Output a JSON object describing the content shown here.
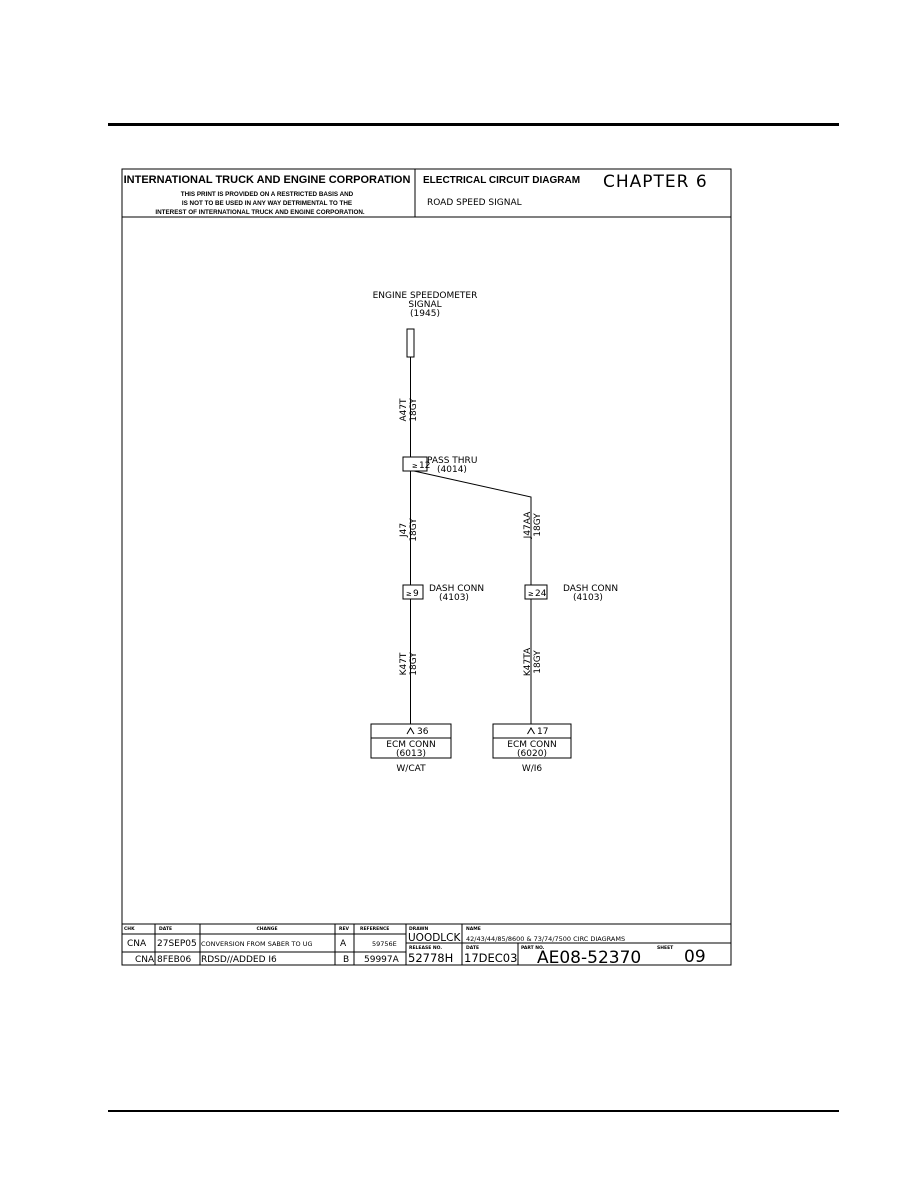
{
  "header": {
    "company": "INTERNATIONAL TRUCK AND ENGINE CORPORATION",
    "notice_lines": [
      "THIS PRINT IS PROVIDED ON A RESTRICTED BASIS AND",
      "IS NOT TO BE USED IN ANY WAY DETRIMENTAL TO THE",
      "INTEREST OF INTERNATIONAL TRUCK AND ENGINE CORPORATION."
    ],
    "diagram_type": "ELECTRICAL CIRCUIT DIAGRAM",
    "chapter": "CHAPTER 6",
    "subject": "ROAD SPEED SIGNAL"
  },
  "diagram": {
    "source": {
      "name": "ENGINE SPEEDOMETER",
      "name2": "SIGNAL",
      "id": "(1945)"
    },
    "wire_a47t": {
      "circuit": "A47T",
      "gauge": "18GY"
    },
    "pass_thru": {
      "pin": "12",
      "name": "PASS THRU",
      "id": "(4014)"
    },
    "wire_j47": {
      "circuit": "J47",
      "gauge": "18GY"
    },
    "wire_j47aa": {
      "circuit": "J47AA",
      "gauge": "18GY"
    },
    "dash_left": {
      "pin": "9",
      "name": "DASH CONN",
      "id": "(4103)"
    },
    "dash_right": {
      "pin": "24",
      "name": "DASH CONN",
      "id": "(4103)"
    },
    "wire_k47t": {
      "circuit": "K47T",
      "gauge": "18GY"
    },
    "wire_k47ta": {
      "circuit": "K47TA",
      "gauge": "18GY"
    },
    "ecm_left": {
      "pin": "36",
      "name": "ECM CONN",
      "id": "(6013)",
      "note": "W/CAT"
    },
    "ecm_right": {
      "pin": "17",
      "name": "ECM CONN",
      "id": "(6020)",
      "note": "W/I6"
    }
  },
  "title_block": {
    "headers": {
      "chk": "CHK",
      "date": "DATE",
      "change": "CHANGE",
      "rev": "REV",
      "reference": "REFERENCE",
      "drawn": "DRAWN",
      "name": "NAME",
      "release": "RELEASE NO.",
      "date2": "DATE",
      "part": "PART NO.",
      "sheet": "SHEET"
    },
    "rows": [
      {
        "chk": "CNA",
        "date": "27SEP05",
        "change": "CONVERSION FROM SABER TO UG",
        "rev": "A",
        "reference": "59756E"
      },
      {
        "chk": "CNA",
        "date": "8FEB06",
        "change": "RDSD//ADDED I6",
        "rev": "B",
        "reference": "59997A"
      }
    ],
    "drawn": "UOODLCK",
    "name": "42/43/44/85/8600 & 73/74/7500 CIRC DIAGRAMS",
    "release": "52778H",
    "date": "17DEC03",
    "part_no": "AE08-52370",
    "sheet": "09"
  }
}
